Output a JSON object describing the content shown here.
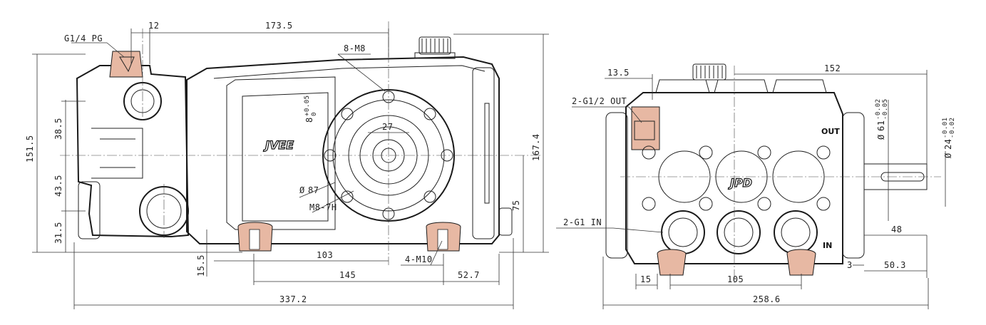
{
  "side_view": {
    "logo_text": "JVEE",
    "dimensions": {
      "d12": "12",
      "d173_5": "173.5",
      "d151_5": "151.5",
      "d38_5": "38.5",
      "d43_5": "43.5",
      "d31_5": "31.5",
      "d15_5": "15.5",
      "d103": "103",
      "d145": "145",
      "d337_2": "337.2",
      "d52_7": "52.7",
      "d75": "75",
      "d167_4": "167.4",
      "d27": "27",
      "d8tol": "8",
      "d8tol_up": "+0.05",
      "d8tol_lo": "0",
      "d87": "87"
    },
    "callouts": {
      "g14pg": "G1/4 PG",
      "m8": "8-M8",
      "m8_7h": "M8-7H",
      "m10": "4-M10",
      "phi": "Ø"
    }
  },
  "front_view": {
    "logo_text": "JPD",
    "port_out": "OUT",
    "port_in": "IN",
    "dimensions": {
      "d13_5": "13.5",
      "d152": "152",
      "d61": "61",
      "d61_up": "-0.02",
      "d61_lo": "-0.05",
      "d24": "24",
      "d24_up": "-0.01",
      "d24_lo": "-0.02",
      "d48": "48",
      "d3": "3",
      "d50_3": "50.3",
      "d15": "15",
      "d105": "105",
      "d258_6": "258.6"
    },
    "callouts": {
      "g12out": "2-G1/2 OUT",
      "g1in": "2-G1 IN",
      "phi": "Ø"
    }
  }
}
